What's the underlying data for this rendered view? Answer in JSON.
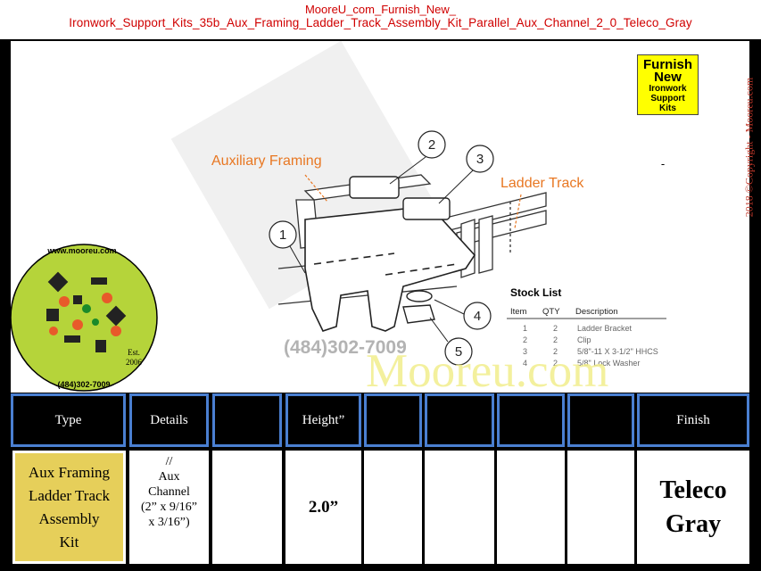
{
  "header": {
    "line1": "MooreU_com_Furnish_New_",
    "line2": "Ironwork_Support_Kits_35b_Aux_Framing_Ladder_Track_Assembly_Kit_Parallel_Aux_Channel_2_0_Teleco_Gray"
  },
  "copyright": "2018 ©Copyright - Mooreu.com",
  "badge": {
    "l1": "Furnish",
    "l2": "New",
    "l3": "Ironwork",
    "l4": "Support",
    "l5": "Kits"
  },
  "logo": {
    "url": "www.mooreu.com",
    "est": "Est.",
    "year": "2006",
    "phone": "(484)302-7009"
  },
  "diagram": {
    "aux_label": "Auxiliary Framing",
    "ladder_label": "Ladder Track",
    "callouts": [
      "1",
      "2",
      "3",
      "4",
      "5"
    ],
    "phone": "(484)302-7009",
    "watermark": "Mooreu.com",
    "dash": "-"
  },
  "stock_list": {
    "title": "Stock List",
    "headers": [
      "Item",
      "QTY",
      "Description"
    ],
    "rows": [
      [
        "1",
        "2",
        "Ladder Bracket"
      ],
      [
        "2",
        "2",
        "Clip"
      ],
      [
        "3",
        "2",
        "5/8\"-11 X 3-1/2\" HHCS"
      ],
      [
        "4",
        "2",
        "5/8\" Lock Washer"
      ]
    ]
  },
  "table": {
    "headers": [
      "Type",
      "Details",
      "",
      "Height”",
      "",
      "",
      "",
      "",
      "Finish"
    ],
    "type_lines": [
      "Aux Framing",
      "Ladder Track",
      "Assembly",
      "Kit"
    ],
    "details_lines": [
      "//",
      "Aux",
      "Channel",
      "(2” x 9/16”",
      "x 3/16”)"
    ],
    "height": "2.0”",
    "finish_lines": [
      "Teleco",
      "Gray"
    ]
  },
  "colors": {
    "header_red": "#d00000",
    "accent_blue": "#4a7fd1",
    "type_cell": "#e6cf5a",
    "badge_yellow": "#ffff00",
    "logo_green": "#b5d43a",
    "label_orange": "#e87722"
  }
}
